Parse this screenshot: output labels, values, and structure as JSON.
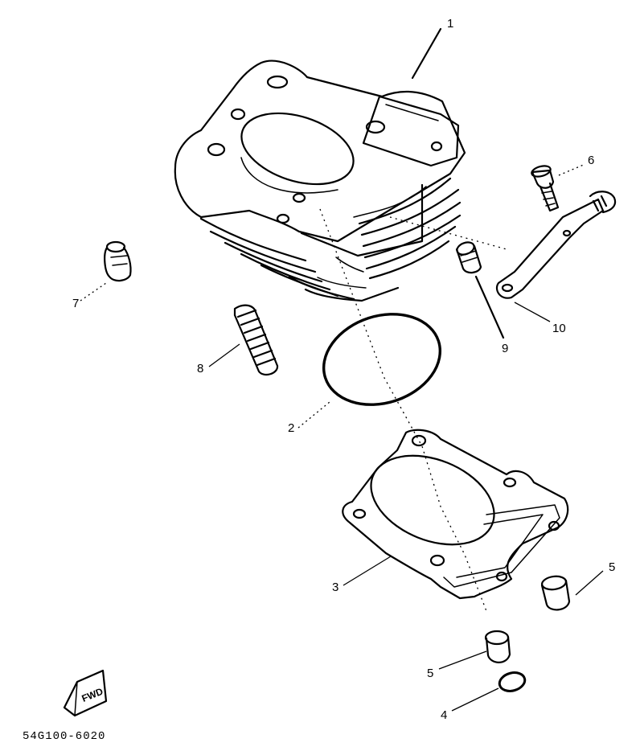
{
  "diagram": {
    "callouts": {
      "c1": "1",
      "c2": "2",
      "c3": "3",
      "c4": "4",
      "c5a": "5",
      "c5b": "5",
      "c6": "6",
      "c7": "7",
      "c8": "8",
      "c9": "9",
      "c10": "10"
    },
    "direction_marker": "FWD",
    "drawing_code": "54G100-6020"
  }
}
